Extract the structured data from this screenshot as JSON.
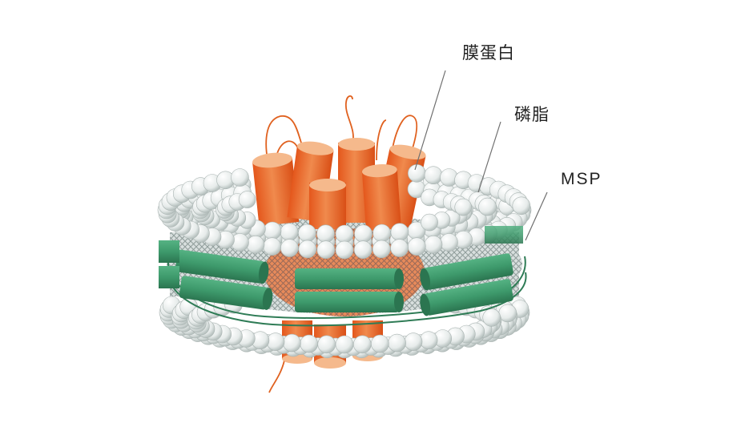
{
  "labels": {
    "membrane_protein": "膜蛋白",
    "phospholipid": "磷脂",
    "msp": "MSP"
  },
  "colors": {
    "protein": "#ea6a2c",
    "protein_top": "#f5b98c",
    "lipid_head": "#e9eeec",
    "lipid_tail": "#9aa8a6",
    "msp": "#3e9a6c",
    "msp_dark": "#27704b",
    "leader_line": "#6f6f6f"
  }
}
